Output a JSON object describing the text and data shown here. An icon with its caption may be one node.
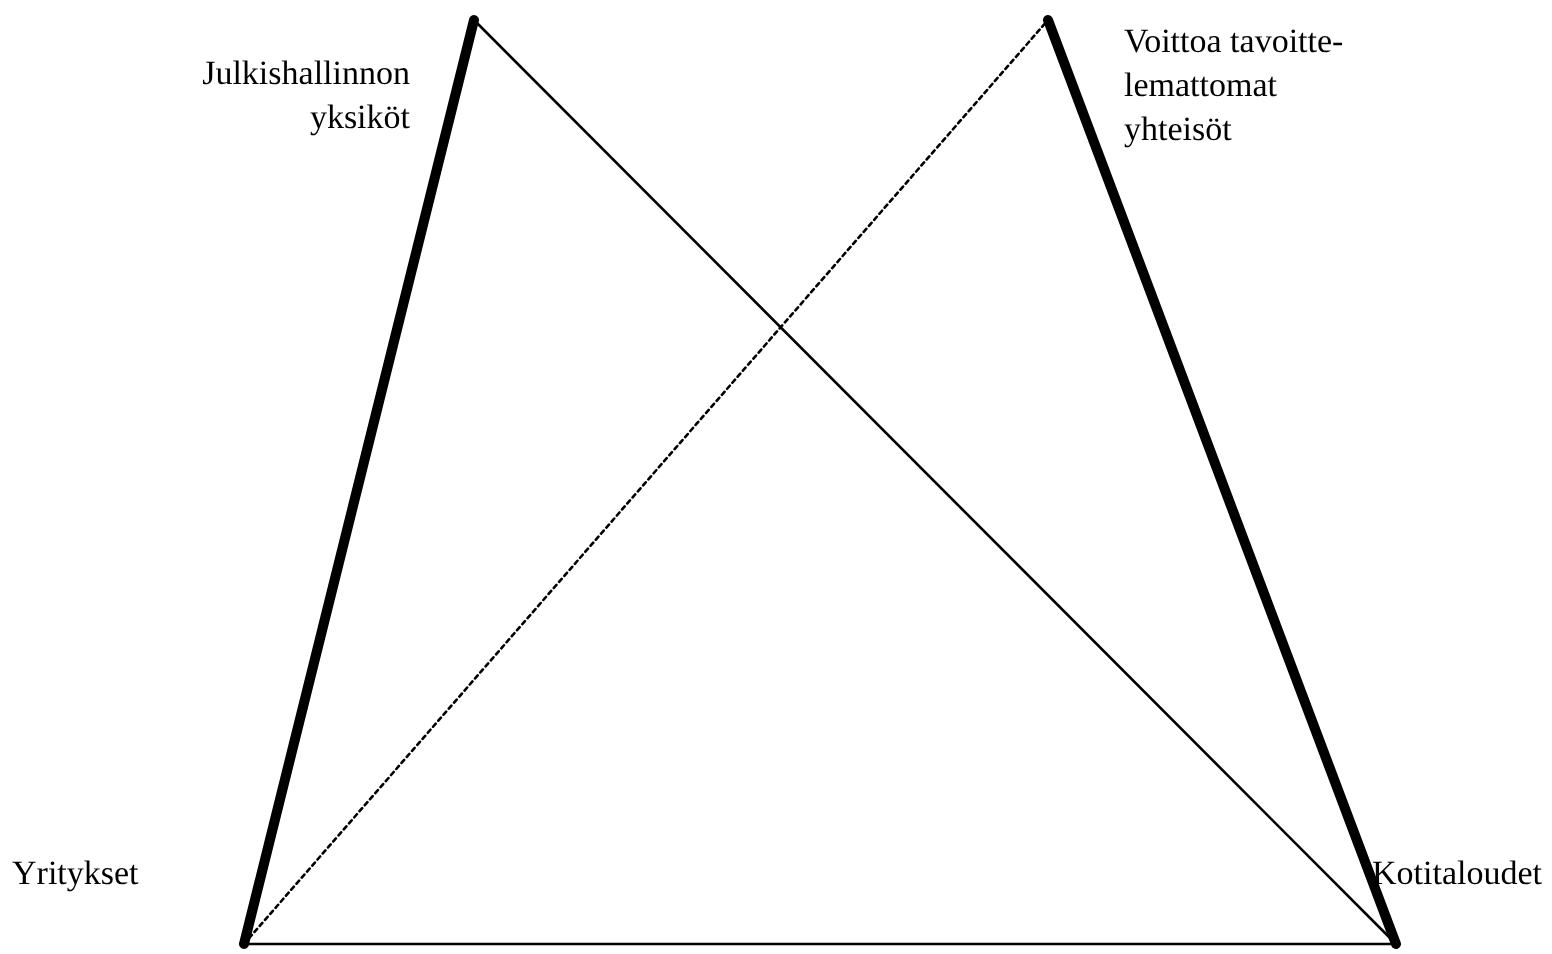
{
  "diagram": {
    "nodes": [
      {
        "text": [
          "Julkishallinnon yksiköt"
        ]
      },
      {
        "text": [
          "Voittoa tavoitte- lemattomat yhteisöt"
        ]
      },
      {
        "text": [
          "Yritykset"
        ]
      },
      {
        "text": [
          "Kotitaloudet"
        ]
      }
    ],
    "edges": [
      {
        "from": 2,
        "to": 0,
        "arrow": "none",
        "style": "thick"
      },
      {
        "from": 0,
        "to": 3,
        "arrow": "none"
      },
      {
        "from": 2,
        "to": 1,
        "arrow": "none",
        "style": "dashed"
      },
      {
        "from": 1,
        "to": 3,
        "arrow": "none",
        "style": "thick"
      },
      {
        "from": 2,
        "to": 3,
        "arrow": "none"
      }
    ]
  }
}
